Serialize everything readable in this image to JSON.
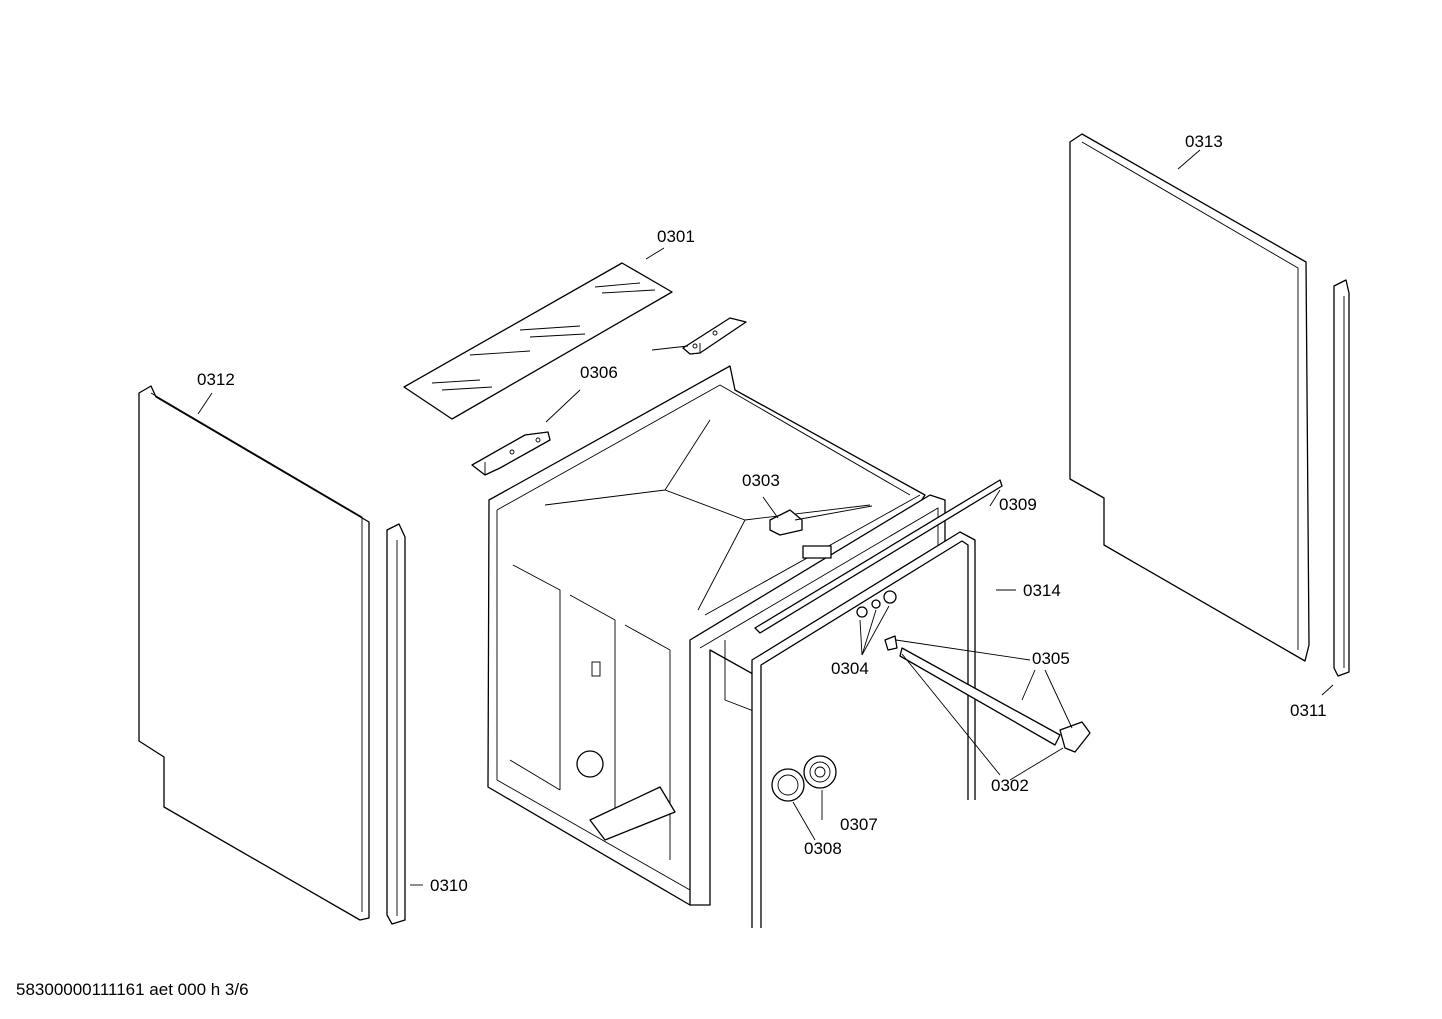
{
  "labels": {
    "p0301": "0301",
    "p0302": "0302",
    "p0303": "0303",
    "p0304": "0304",
    "p0305": "0305",
    "p0306": "0306",
    "p0307": "0307",
    "p0308": "0308",
    "p0309": "0309",
    "p0310": "0310",
    "p0311": "0311",
    "p0312": "0312",
    "p0313": "0313",
    "p0314": "0314"
  },
  "footer": "58300000111161 aet 000 h 3/6"
}
